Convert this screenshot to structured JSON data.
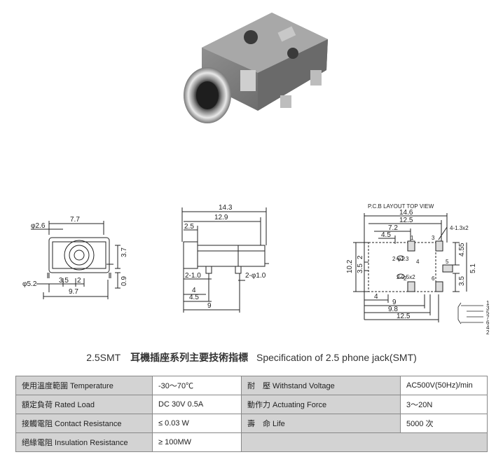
{
  "drawings": {
    "front": {
      "d1": "φ2.6",
      "d2": "7.7",
      "d3": "3.7",
      "d4": "φ5.2",
      "d5": "3.5",
      "d6": "2",
      "d7": "0.9",
      "d8": "9.7"
    },
    "side": {
      "d1": "14.3",
      "d2": "12.9",
      "d3": "2.5",
      "d4": "2-1.0",
      "d5": "2-φ1.0",
      "d6": "4",
      "d7": "4.5",
      "d8": "9"
    },
    "pcb": {
      "title": "P.C.B LAYOUT TOP VIEW",
      "d1": "14.6",
      "d2": "12.5",
      "d3": "7.2",
      "d4": "4.5",
      "d5": "4-1.3x2",
      "d6": "2-φ1.3",
      "d7": "2-0.5x2",
      "d8": "4.55",
      "d9": "10.2",
      "d10": "3.5",
      "d11": "2",
      "d12": "3.5",
      "d13": "5.1",
      "d14": "4",
      "d15": "9",
      "d16": "9.8",
      "d17": "12.5",
      "pads": [
        "1",
        "3",
        "5",
        "6",
        "2",
        "4"
      ],
      "pins": [
        "1",
        "3",
        "5",
        "7",
        "6",
        "4",
        "2"
      ]
    }
  },
  "heading": {
    "code": "2.5SMT",
    "chinese": "耳機插座系列主要技術指標",
    "english": "Specification of 2.5 phone jack(SMT)"
  },
  "spec": {
    "rows": [
      {
        "l1": "使用溫度範圍 Temperature",
        "v1": "-30～70℃",
        "l2": "耐　壓 Withstand Voltage",
        "v2": "AC500V(50Hz)/min"
      },
      {
        "l1": "額定負荷 Rated Load",
        "v1": "DC 30V 0.5A",
        "l2": "動作力 Actuating Force",
        "v2": "3～20N"
      },
      {
        "l1": "接觸電阻 Contact Resistance",
        "v1": "≤ 0.03 W",
        "l2": "壽　命 Life",
        "v2": "5000 次"
      },
      {
        "l1": "絕緣電阻 Insulation Resistance",
        "v1": "≥ 100MW"
      }
    ]
  }
}
